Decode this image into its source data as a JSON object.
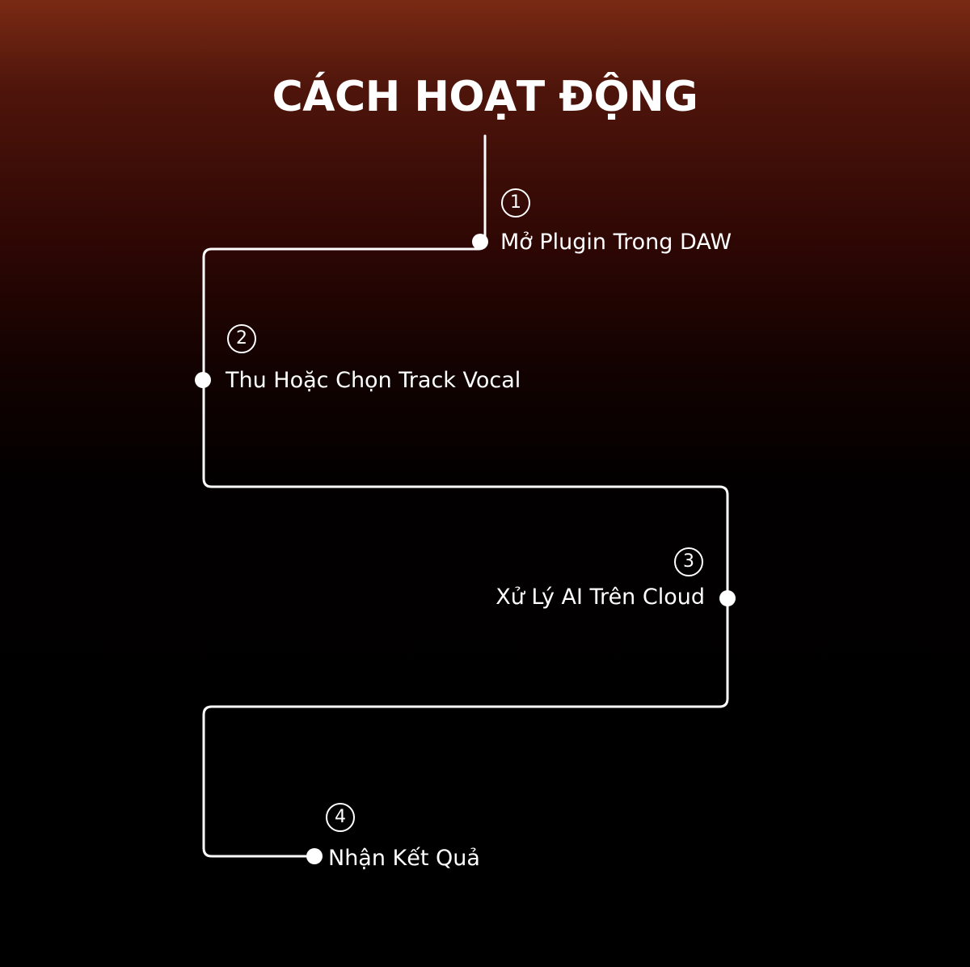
{
  "title": "CÁCH HOẠT ĐỘNG",
  "colors": {
    "line": "#ffffff",
    "gradient_top": "#7a2a14",
    "gradient_bottom": "#000000"
  },
  "steps": [
    {
      "number": "1",
      "label": "Mở Plugin Trong DAW"
    },
    {
      "number": "2",
      "label": "Thu Hoặc Chọn Track Vocal"
    },
    {
      "number": "3",
      "label": "Xử Lý AI Trên Cloud"
    },
    {
      "number": "4",
      "label": "Nhận Kết Quả"
    }
  ]
}
